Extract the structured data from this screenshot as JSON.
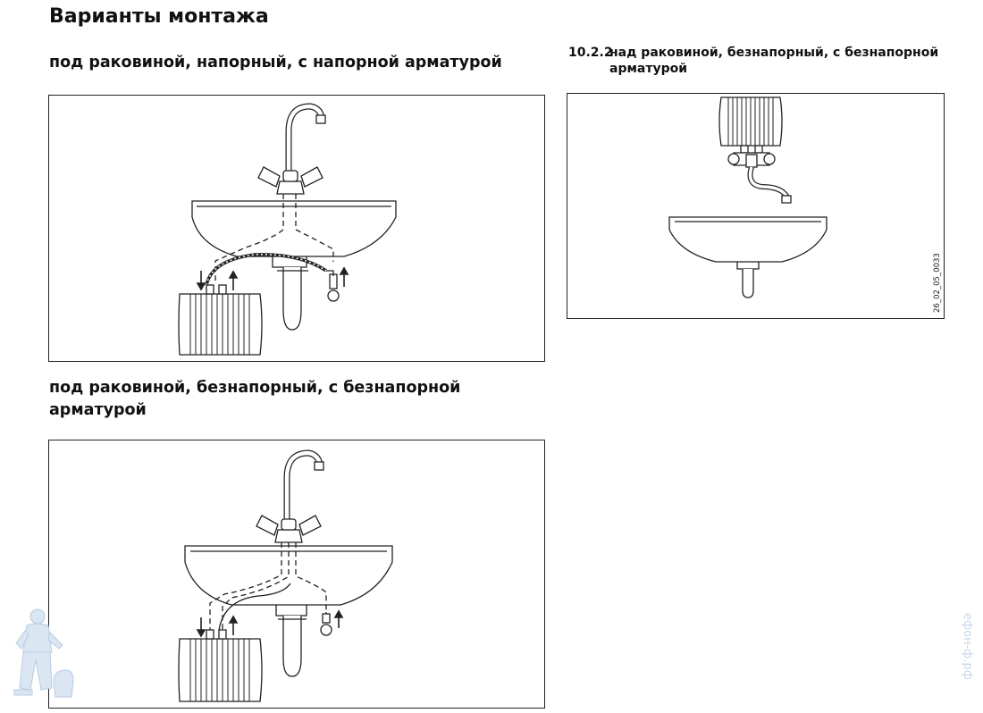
{
  "page": {
    "title": "Варианты монтажа"
  },
  "sections": {
    "under_sink_pressure": {
      "heading": "под раковиной, напорный, с напорной арматурой"
    },
    "under_sink_nonpressure": {
      "heading": "под раковиной, безнапорный, с безнапорной арматурой"
    },
    "over_sink_nonpressure": {
      "number": "10.2.2",
      "heading_line1": "над раковиной, безнапорный, с безнапорной",
      "heading_line2": "арматурой",
      "figure_code": "26_02_05_0033"
    }
  },
  "watermark": {
    "text": "ефон-ф.рф"
  }
}
